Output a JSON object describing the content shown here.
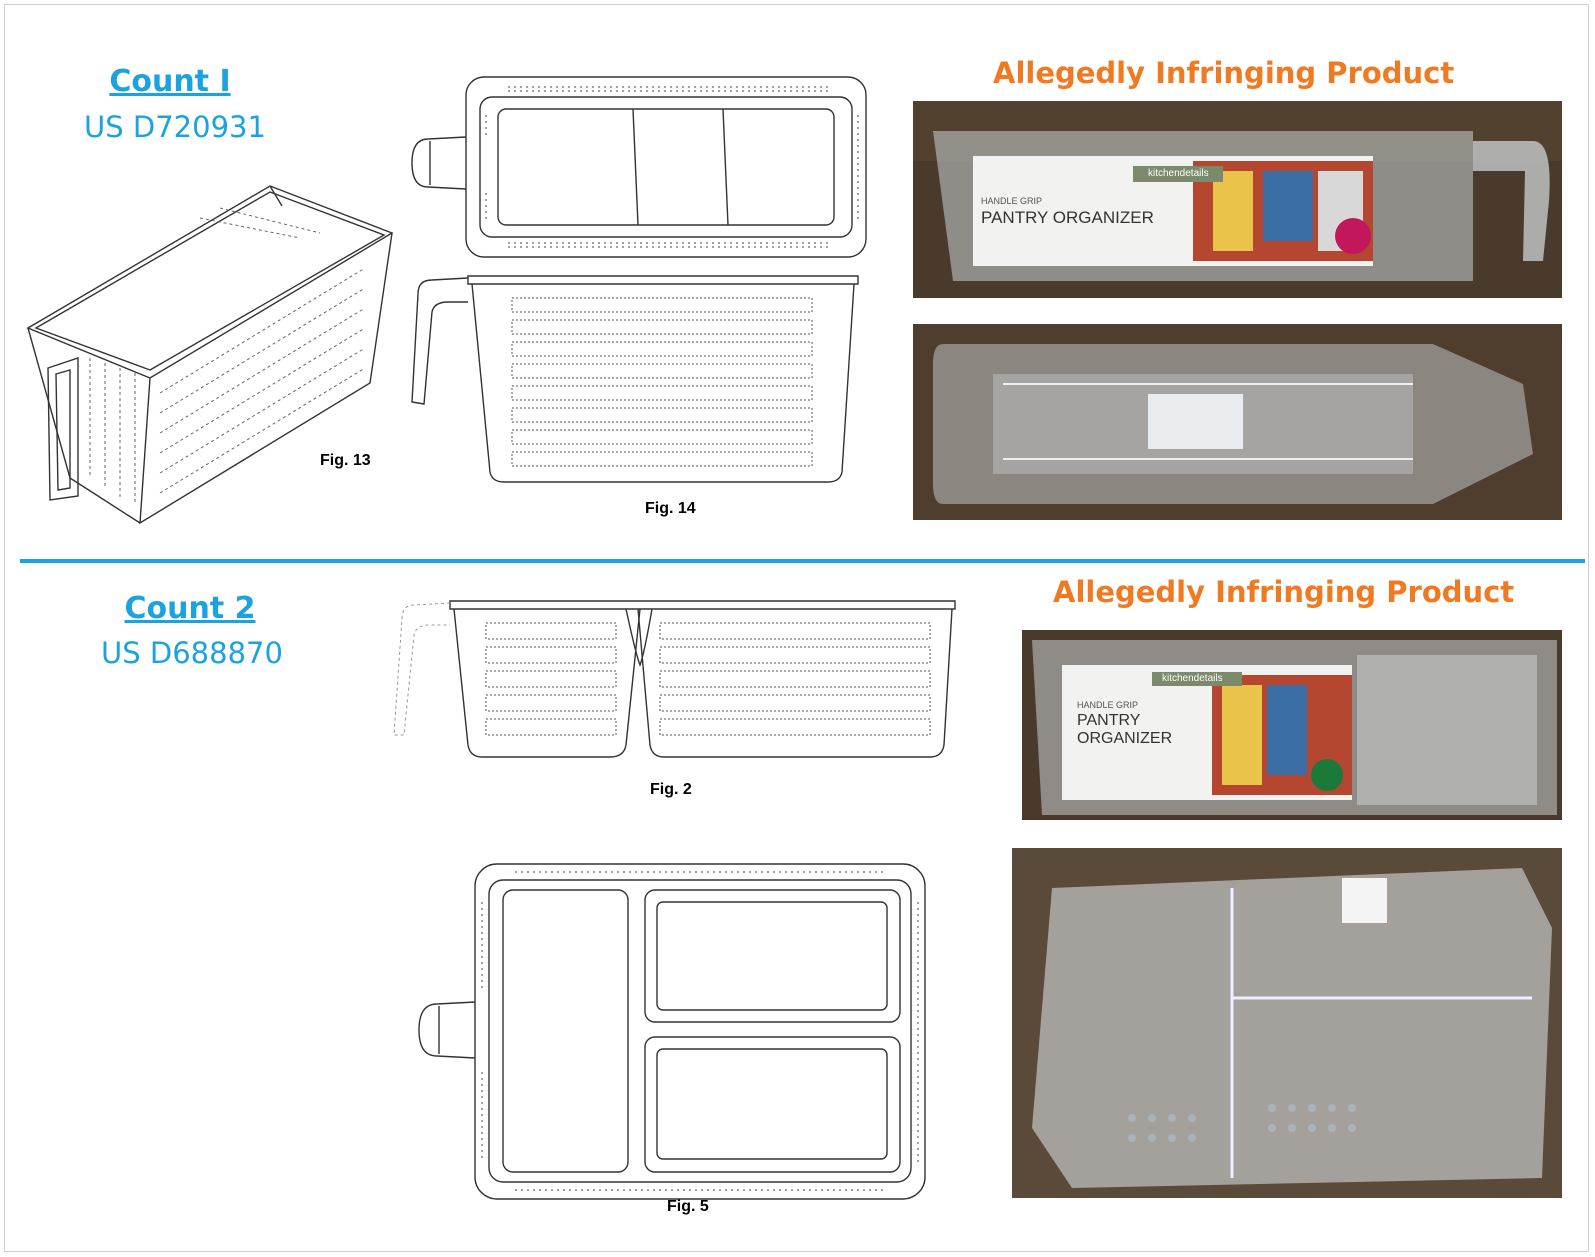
{
  "colors": {
    "count_blue": "#1aa3e0",
    "product_orange": "#f07a22",
    "divider_blue": "#1aa3e0",
    "wood_dark": "#4a3a2c",
    "wood_light": "#6b5540"
  },
  "count1": {
    "title": "Count I",
    "patent": "US D720931",
    "product_heading": "Allegedly Infringing Product",
    "figures": [
      "Fig. 13",
      "Fig. 14"
    ],
    "photo1_label": {
      "brand": "kitchendetails",
      "line1": "HANDLE GRIP",
      "line2": "PANTRY ORGANIZER"
    }
  },
  "count2": {
    "title": "Count 2",
    "patent": "US D688870",
    "product_heading": "Allegedly Infringing Product",
    "figures": [
      "Fig. 2",
      "Fig. 5"
    ],
    "photo1_label": {
      "brand": "kitchendetails",
      "line1": "HANDLE GRIP",
      "line2": "PANTRY",
      "line3": "ORGANIZER"
    }
  },
  "icons": [
    "patent-drawing-basket",
    "product-photo"
  ]
}
